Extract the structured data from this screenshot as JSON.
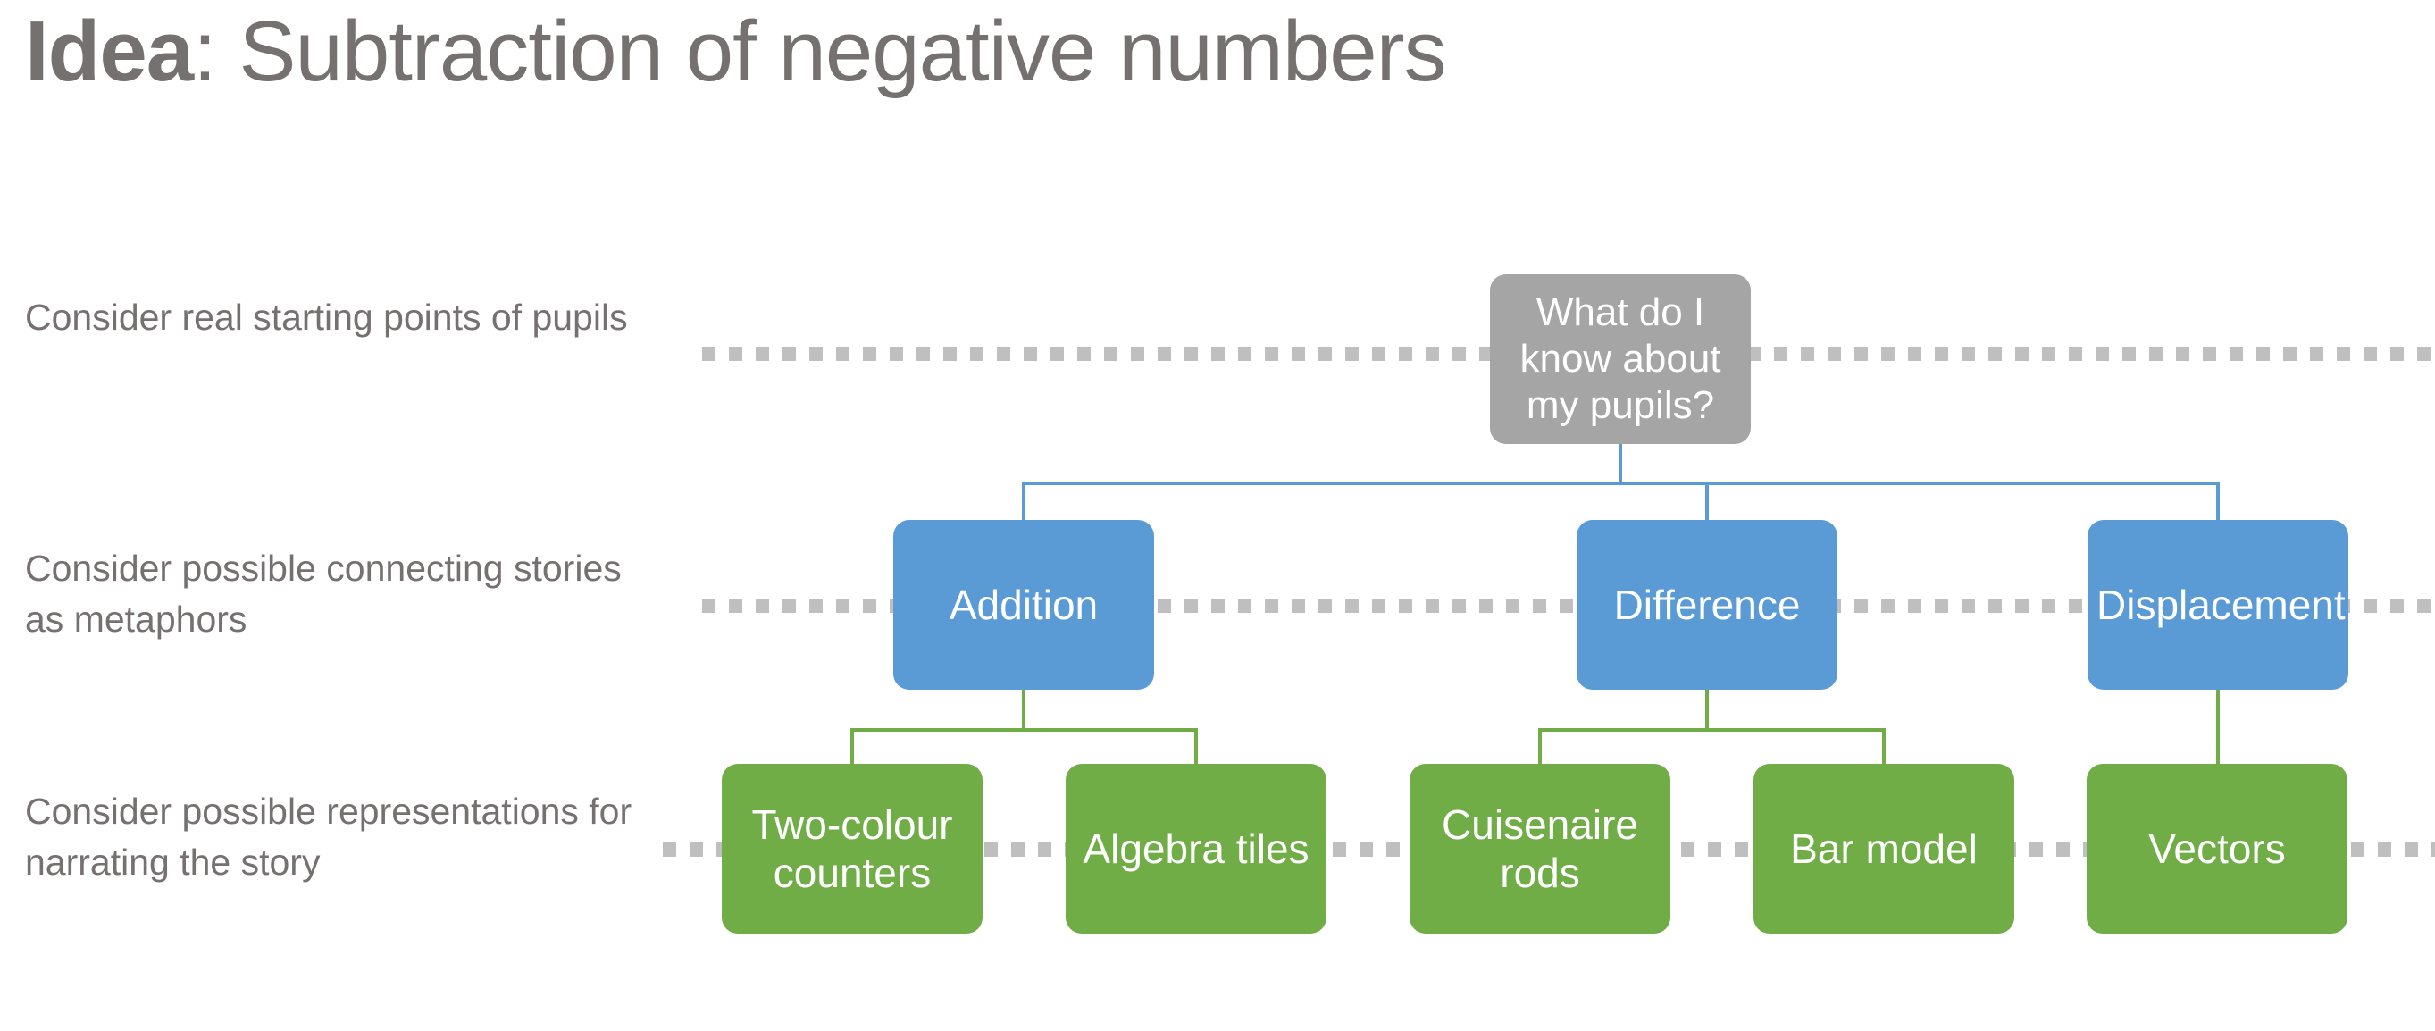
{
  "title": {
    "lead": "Idea",
    "rest": ": Subtraction of negative numbers",
    "color": "#767171"
  },
  "row_labels": [
    {
      "id": "starting-points",
      "text": "Consider real starting points of pupils"
    },
    {
      "id": "connecting-stories",
      "text": "Consider possible connecting stories as metaphors"
    },
    {
      "id": "representations",
      "text": "Consider possible representations for narrating the story"
    }
  ],
  "colors": {
    "root": "#A5A5A5",
    "tier_blue": "#5B9BD5",
    "tier_green": "#70AD47",
    "dotted_line": "#BFBFBF",
    "text_gray": "#767171",
    "node_text": "#FFFFFF"
  },
  "diagram": {
    "root": {
      "id": "root",
      "label": "What do I know about my pupils?",
      "color": "#A5A5A5"
    },
    "tier_blue": [
      {
        "id": "addition",
        "label": "Addition",
        "color": "#5B9BD5"
      },
      {
        "id": "difference",
        "label": "Difference",
        "color": "#5B9BD5"
      },
      {
        "id": "displacement",
        "label": "Displacement",
        "color": "#5B9BD5"
      }
    ],
    "tier_green": [
      {
        "id": "two-colour-counters",
        "label": "Two-colour counters",
        "parent": "addition",
        "color": "#70AD47"
      },
      {
        "id": "algebra-tiles",
        "label": "Algebra tiles",
        "parent": "addition",
        "color": "#70AD47"
      },
      {
        "id": "cuisenaire-rods",
        "label": "Cuisenaire rods",
        "parent": "difference",
        "color": "#70AD47"
      },
      {
        "id": "bar-model",
        "label": "Bar model",
        "parent": "difference",
        "color": "#70AD47"
      },
      {
        "id": "vectors",
        "label": "Vectors",
        "parent": "displacement",
        "color": "#70AD47"
      }
    ]
  }
}
